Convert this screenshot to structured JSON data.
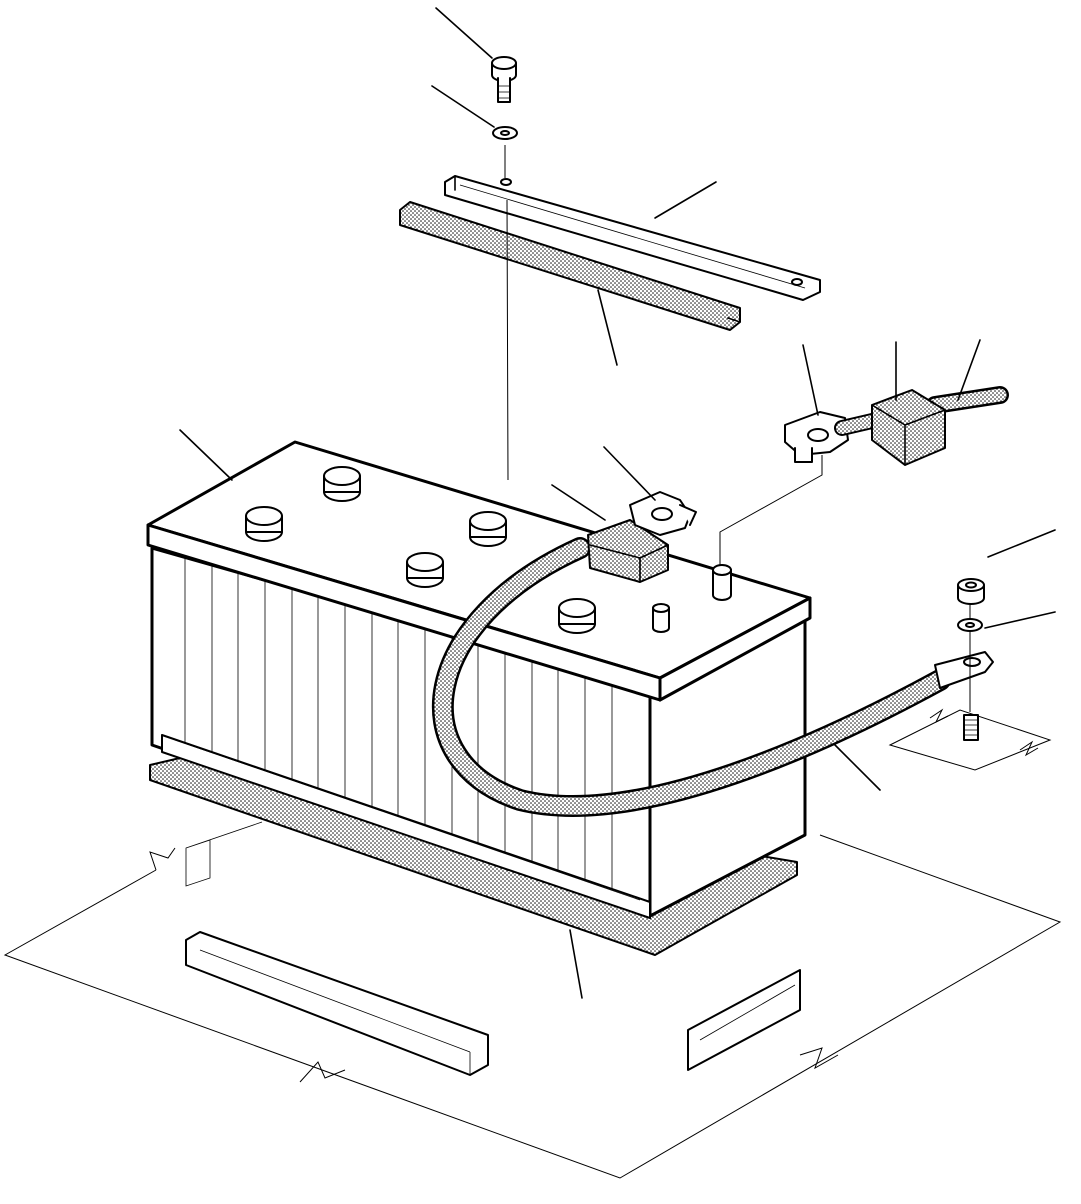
{
  "diagram": {
    "parts": [
      {
        "id": "mounting-bolt",
        "icon": "bolt-icon"
      },
      {
        "id": "lock-washer",
        "icon": "washer-icon"
      },
      {
        "id": "hold-down-clamp-bar",
        "icon": "bar-icon"
      },
      {
        "id": "clamp-rubber-pad",
        "icon": "pad-icon"
      },
      {
        "id": "battery",
        "icon": "battery-icon"
      },
      {
        "id": "positive-terminal-clamp",
        "icon": "terminal-icon"
      },
      {
        "id": "terminal-cover",
        "icon": "cover-icon"
      },
      {
        "id": "negative-terminal-clamp",
        "icon": "terminal-icon"
      },
      {
        "id": "negative-terminal-cover",
        "icon": "cover-icon"
      },
      {
        "id": "negative-cable",
        "icon": "cable-icon"
      },
      {
        "id": "ground-nut",
        "icon": "nut-icon"
      },
      {
        "id": "ground-washer",
        "icon": "washer-icon"
      },
      {
        "id": "ground-cable",
        "icon": "cable-icon"
      },
      {
        "id": "battery-base-pad",
        "icon": "pad-icon"
      },
      {
        "id": "battery-tray",
        "icon": "tray-icon"
      }
    ],
    "leader_count": 15
  }
}
